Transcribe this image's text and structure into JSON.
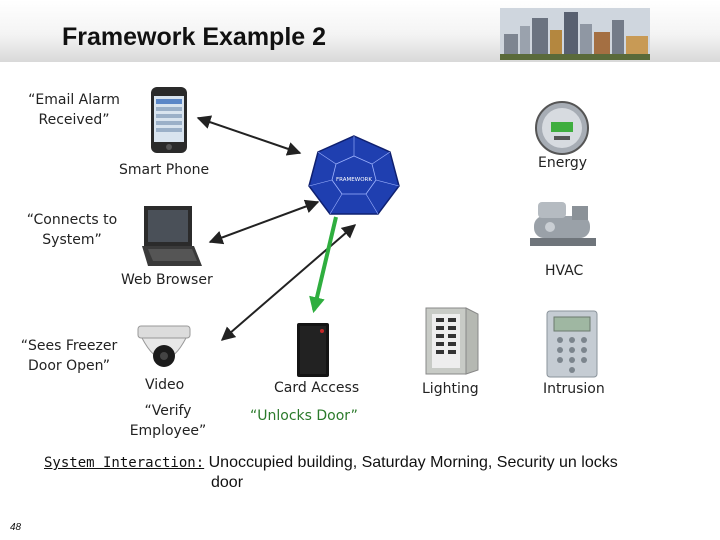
{
  "title": "Framework Example 2",
  "labels": {
    "smart_phone": "Smart Phone",
    "energy": "Energy",
    "web_browser": "Web Browser",
    "hvac": "HVAC",
    "video": "Video",
    "card_access": "Card Access",
    "lighting": "Lighting",
    "intrusion": "Intrusion"
  },
  "quotes": {
    "email_alarm": [
      "“Email Alarm",
      "Received”"
    ],
    "connects": [
      "“Connects to",
      "System”"
    ],
    "sees_freezer": [
      "“Sees Freezer",
      "Door Open”"
    ],
    "verify": [
      "“Verify",
      "Employee”"
    ],
    "unlocks": "“Unlocks Door”"
  },
  "hub": {
    "center_text": "FRAMEWORK"
  },
  "footer": {
    "lead": "System Interaction:",
    "text_line1": "Unoccupied building, Saturday Morning, Security un locks",
    "text_line2": "door"
  },
  "page_number": "48",
  "colors": {
    "hub_blue": "#1f3fb0",
    "arrow_green": "#2fae3f",
    "arrow_black": "#222222",
    "quote_green": "#2b7a2b"
  },
  "icons": [
    "smartphone-icon",
    "laptop-icon",
    "dome-camera-icon",
    "card-reader-icon",
    "electric-meter-icon",
    "chiller-icon",
    "lighting-panel-icon",
    "keypad-icon",
    "city-skyline-image"
  ]
}
